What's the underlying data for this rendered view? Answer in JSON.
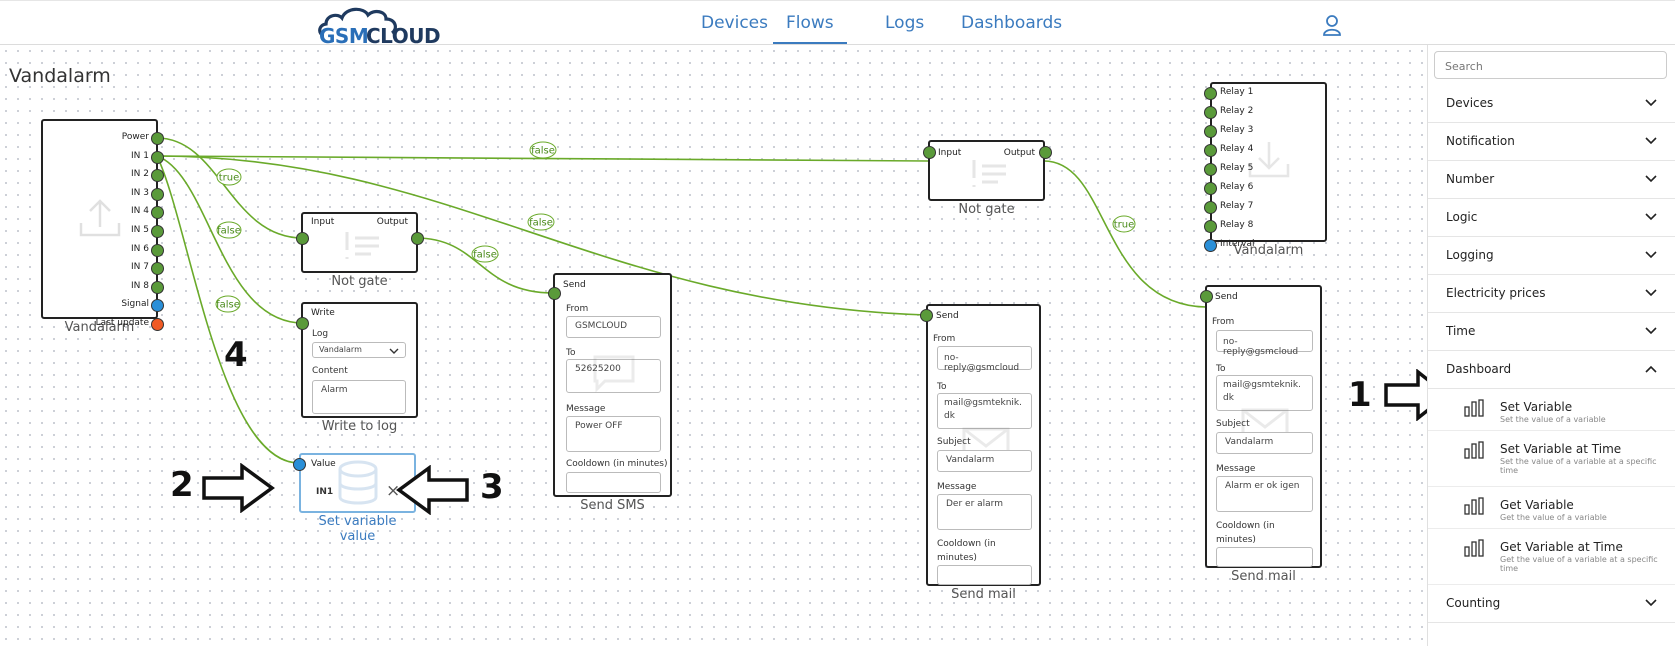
{
  "header": {
    "logo_text_gsm": "GSM",
    "logo_text_cloud": "CLOUD",
    "nav": [
      "Devices",
      "Flows",
      "Logs",
      "Dashboards"
    ],
    "active_nav": "Flows"
  },
  "flow": {
    "title": "Vandalarm",
    "source_node": {
      "caption": "Vandalarm",
      "ports": [
        "Power",
        "IN 1",
        "IN 2",
        "IN 3",
        "IN 4",
        "IN 5",
        "IN 6",
        "IN 7",
        "IN 8",
        "Signal",
        "Last update"
      ]
    },
    "not_gate_1": {
      "caption": "Not gate",
      "input": "Input",
      "output": "Output"
    },
    "not_gate_2": {
      "caption": "Not gate",
      "input": "Input",
      "output": "Output"
    },
    "write_log": {
      "caption": "Write to log",
      "port": "Write",
      "log_label": "Log",
      "log_value": "Vandalarm",
      "content_label": "Content",
      "content_value": "Alarm"
    },
    "set_variable": {
      "caption": "Set variable value",
      "port": "Value",
      "var_name": "IN1",
      "close": "×"
    },
    "send_sms": {
      "caption": "Send SMS",
      "port": "Send",
      "from_label": "From",
      "from_value": "GSMCLOUD",
      "to_label": "To",
      "to_value": "52625200",
      "message_label": "Message",
      "message_value": "Power OFF",
      "cooldown_label": "Cooldown (in minutes)"
    },
    "send_mail_1": {
      "caption": "Send mail",
      "port": "Send",
      "from_label": "From",
      "from_value": "no-reply@gsmcloud",
      "to_label": "To",
      "to_value_1": "mail@gsmteknik.",
      "to_value_2": "dk",
      "subject_label": "Subject",
      "subject_value": "Vandalarm",
      "message_label": "Message",
      "message_value": "Der er alarm",
      "cooldown_label_1": "Cooldown (in",
      "cooldown_label_2": "minutes)"
    },
    "send_mail_2": {
      "caption": "Send mail",
      "port": "Send",
      "from_label": "From",
      "from_value": "no-reply@gsmcloud",
      "to_label": "To",
      "to_value_1": "mail@gsmteknik.",
      "to_value_2": "dk",
      "subject_label": "Subject",
      "subject_value": "Vandalarm",
      "message_label": "Message",
      "message_value": "Alarm er ok igen",
      "cooldown_label_1": "Cooldown (in",
      "cooldown_label_2": "minutes)"
    },
    "relay_node": {
      "caption": "Vandalarm",
      "ports": [
        "Relay 1",
        "Relay 2",
        "Relay 3",
        "Relay 4",
        "Relay 5",
        "Relay 6",
        "Relay 7",
        "Relay 8",
        "Interval"
      ]
    },
    "edge_labels": {
      "true": "true",
      "false": "false"
    }
  },
  "annotations": {
    "a1": "1",
    "a2": "2",
    "a3": "3",
    "a4": "4"
  },
  "sidebar": {
    "search_placeholder": "Search",
    "categories": [
      "Devices",
      "Notification",
      "Number",
      "Logic",
      "Logging",
      "Electricity prices",
      "Time",
      "Dashboard",
      "Counting"
    ],
    "dashboard_items": [
      {
        "title": "Set Variable",
        "desc": "Set the value of a variable"
      },
      {
        "title": "Set Variable at Time",
        "desc": "Set the value of a variable at a specific time"
      },
      {
        "title": "Get Variable",
        "desc": "Get the value of a variable"
      },
      {
        "title": "Get Variable at Time",
        "desc": "Get the value of a variable at a specific time"
      }
    ]
  },
  "colors": {
    "accent": "#3b7bbf",
    "wire": "#6aaa2a",
    "port_green": "#5a9a3a",
    "port_blue": "#2a8fd8",
    "port_orange": "#f05a24"
  },
  "icons": [
    "user-icon",
    "chevron-down-icon",
    "chevron-up-icon",
    "bar-chart-icon",
    "upload-icon",
    "download-icon",
    "not-gate-icon",
    "database-icon",
    "mail-icon",
    "sms-icon"
  ]
}
